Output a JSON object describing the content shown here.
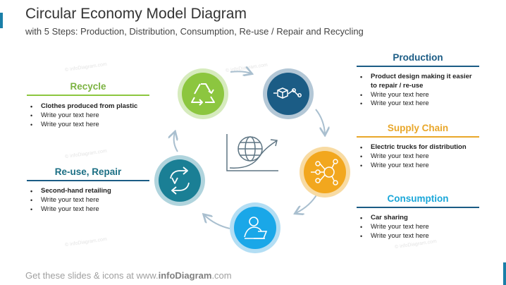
{
  "header": {
    "title": "Circular Economy Model Diagram",
    "subtitle": "with 5 Steps: Production, Distribution, Consumption, Re-use / Repair and Recycling"
  },
  "panels": {
    "production": {
      "title": "Production",
      "color": "#1b5c85",
      "items": [
        "Product design making it easier",
        "to repair / re-use",
        "Write your text here",
        "Write your text here"
      ]
    },
    "supply_chain": {
      "title": "Supply Chain",
      "color": "#e9a72a",
      "items": [
        "Electric trucks for distribution",
        "Write your text here",
        "Write your text here"
      ]
    },
    "consumption": {
      "title": "Consumption",
      "color": "#1aa7d9",
      "items": [
        "Car sharing",
        "Write your text here",
        "Write your text here"
      ]
    },
    "recycle": {
      "title": "Recycle",
      "color": "#8cc63f",
      "items": [
        "Clothes produced from plastic",
        "Write your text here",
        "Write your text here"
      ]
    },
    "reuse_repair": {
      "title": "Re-use, Repair",
      "color": "#1b6f84",
      "items": [
        "Second-hand retailing",
        "Write your text here",
        "Write your text here"
      ]
    }
  },
  "circles": [
    {
      "name": "recycle",
      "icon": "recycle-icon",
      "color": "#8cc63f"
    },
    {
      "name": "production",
      "icon": "factory-process-icon",
      "color": "#1b5c85"
    },
    {
      "name": "supply-chain",
      "icon": "distribution-network-icon",
      "color": "#f2a71e"
    },
    {
      "name": "consumption",
      "icon": "person-laptop-icon",
      "color": "#1aa7e8"
    },
    {
      "name": "reuse-repair",
      "icon": "refresh-arrows-icon",
      "color": "#1a7f95"
    }
  ],
  "center_icon": "globe-growth-chart-icon",
  "watermark": "© infoDiagram.com",
  "footer": {
    "prefix": "Get these slides & icons at www.",
    "brand": "infoDiagram",
    "suffix": ".com"
  }
}
